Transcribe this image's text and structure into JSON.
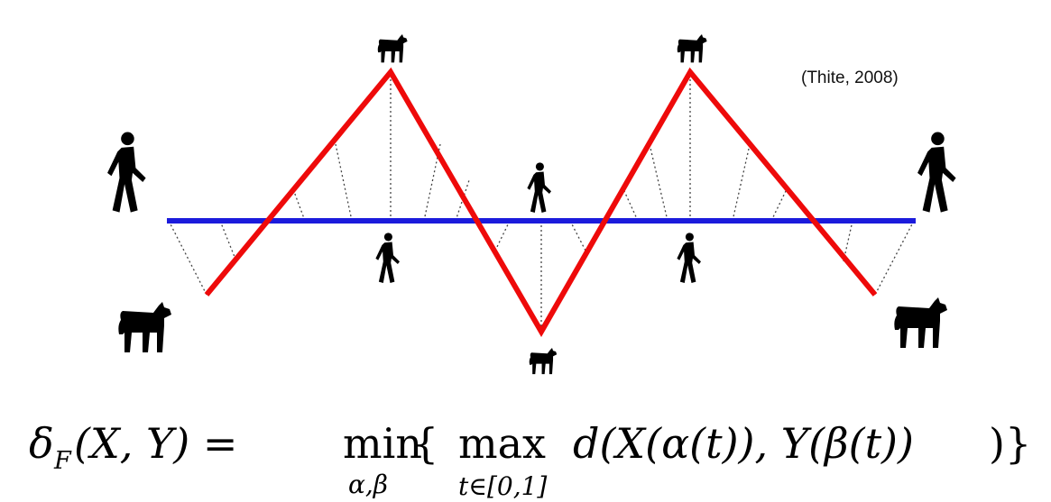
{
  "citation": "(Thite, 2008)",
  "colors": {
    "dog_path": "#ee0a0a",
    "walker_path": "#1b1bdc",
    "leash": "#444444",
    "figures": "#000000"
  },
  "icons": [
    "person-walking-icon",
    "dog-icon"
  ],
  "formula": {
    "delta": "δ",
    "delta_sub": "F",
    "lhs_args": "(X, Y) =",
    "min": "min",
    "min_sub": "α,β",
    "brace_open": "{",
    "max": "max",
    "max_sub": "t∈[0,1]",
    "d_expr": "d(X(α(t)), Y(β(t))",
    "brace_close": ")}"
  }
}
